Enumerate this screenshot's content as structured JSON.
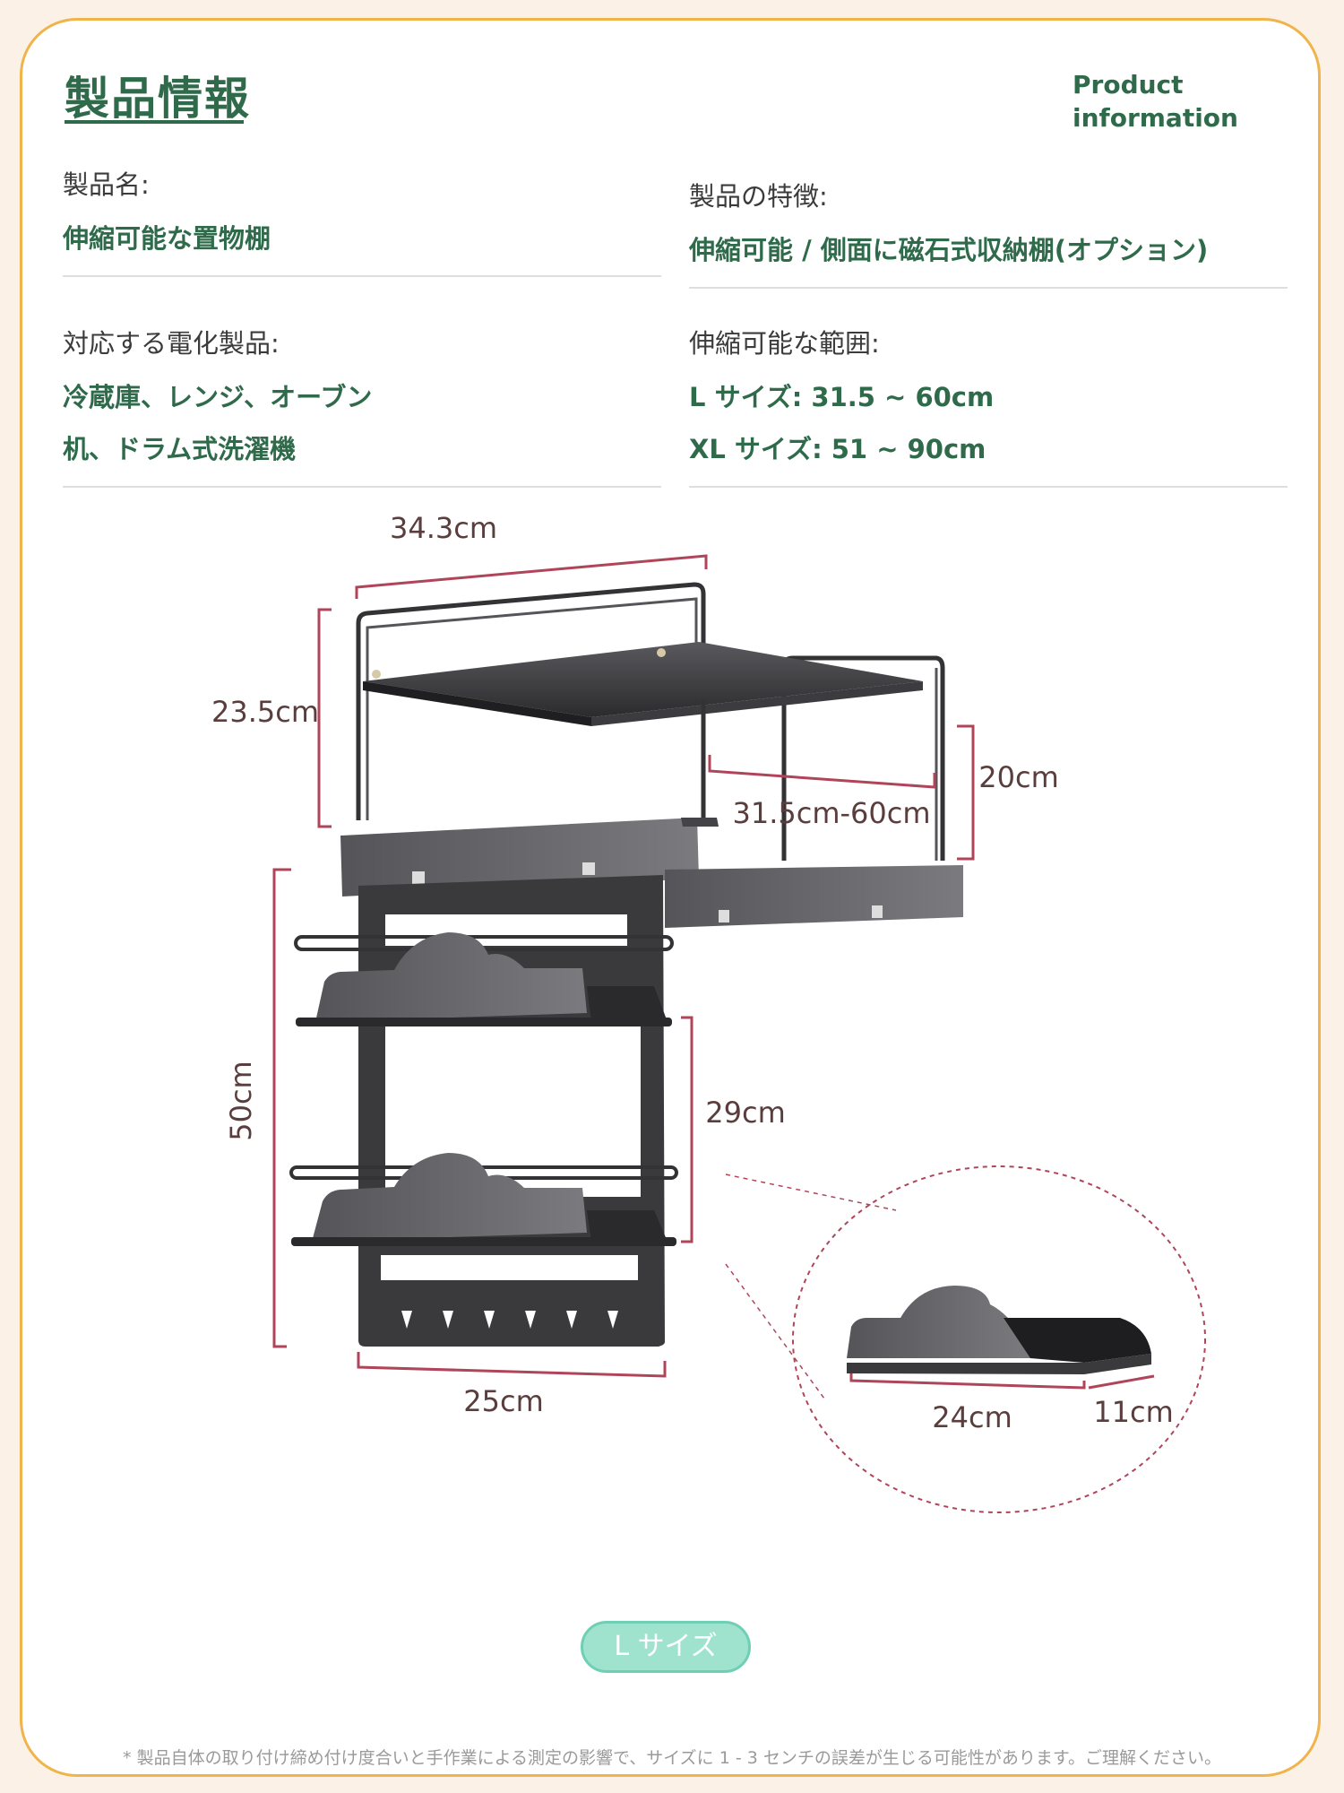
{
  "header": {
    "title_jp": "製品情報",
    "title_en_line1": "Product",
    "title_en_line2": "information"
  },
  "info": {
    "name_label": "製品名:",
    "name_value": "伸縮可能な置物棚",
    "feature_label": "製品の特徴:",
    "feature_value": "伸縮可能 / 側面に磁石式収納棚(オプション)",
    "appliance_label": "対応する電化製品:",
    "appliance_line1": "冷蔵庫、レンジ、オーブン",
    "appliance_line2": "机、ドラム式洗濯機",
    "range_label": "伸縮可能な範囲:",
    "range_line1": "L サイズ: 31.5 ~ 60cm",
    "range_line2": "XL サイズ: 51 ~ 90cm"
  },
  "dimensions": {
    "top_width": "34.3cm",
    "top_height": "23.5cm",
    "extend_range": "31.5cm-60cm",
    "right_height": "20cm",
    "total_height": "50cm",
    "tier_gap": "29cm",
    "bottom_width": "25cm",
    "tray_length": "24cm",
    "tray_depth": "11cm"
  },
  "size_badge": "L サイズ",
  "footnote": "* 製品自体の取り付け締め付け度合いと手作業による測定の影響で、サイズに 1 - 3 センチの誤差が生じる可能性があります。ご理解ください。",
  "colors": {
    "accent_green": "#2f6b4b",
    "dimension_red": "#b0455a",
    "frame_border": "#f0b44a",
    "badge_mint": "#9fe3cf"
  }
}
